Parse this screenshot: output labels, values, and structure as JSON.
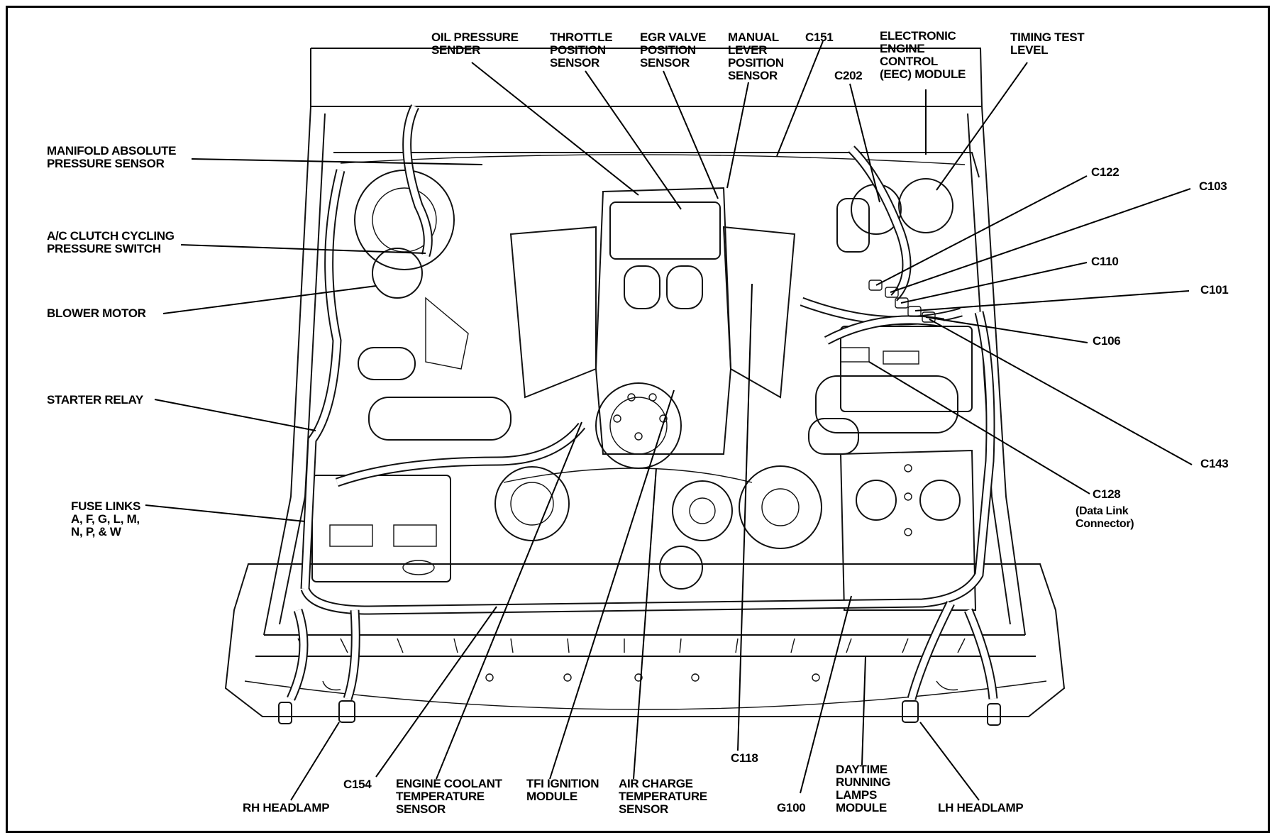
{
  "labels": {
    "oil_pressure_sender": "OIL PRESSURE\nSENDER",
    "throttle_position_sensor": "THROTTLE\nPOSITION\nSENSOR",
    "egr_valve_position_sensor": "EGR VALVE\nPOSITION\nSENSOR",
    "manual_lever_position_sensor": "MANUAL\nLEVER\nPOSITION\nSENSOR",
    "c151": "C151",
    "c202": "C202",
    "eec_module": "ELECTRONIC\nENGINE\nCONTROL\n(EEC) MODULE",
    "timing_test_level": "TIMING TEST\nLEVEL",
    "map_sensor": "MANIFOLD ABSOLUTE\nPRESSURE SENSOR",
    "ac_clutch_switch": "A/C CLUTCH CYCLING\nPRESSURE SWITCH",
    "blower_motor": "BLOWER MOTOR",
    "starter_relay": "STARTER RELAY",
    "fuse_links": "FUSE LINKS\nA, F, G, L, M,\nN, P, & W",
    "c122": "C122",
    "c103": "C103",
    "c110": "C110",
    "c101": "C101",
    "c106": "C106",
    "c143": "C143",
    "c128": "C128",
    "data_link_connector": "(Data Link\nConnector)",
    "c154": "C154",
    "rh_headlamp": "RH HEADLAMP",
    "engine_coolant_sensor": "ENGINE COOLANT\nTEMPERATURE\nSENSOR",
    "tfi_ignition_module": "TFI IGNITION\nMODULE",
    "air_charge_sensor": "AIR CHARGE\nTEMPERATURE\nSENSOR",
    "c118": "C118",
    "g100": "G100",
    "drl_module": "DAYTIME\nRUNNING\nLAMPS\nMODULE",
    "lh_headlamp": "LH HEADLAMP"
  }
}
